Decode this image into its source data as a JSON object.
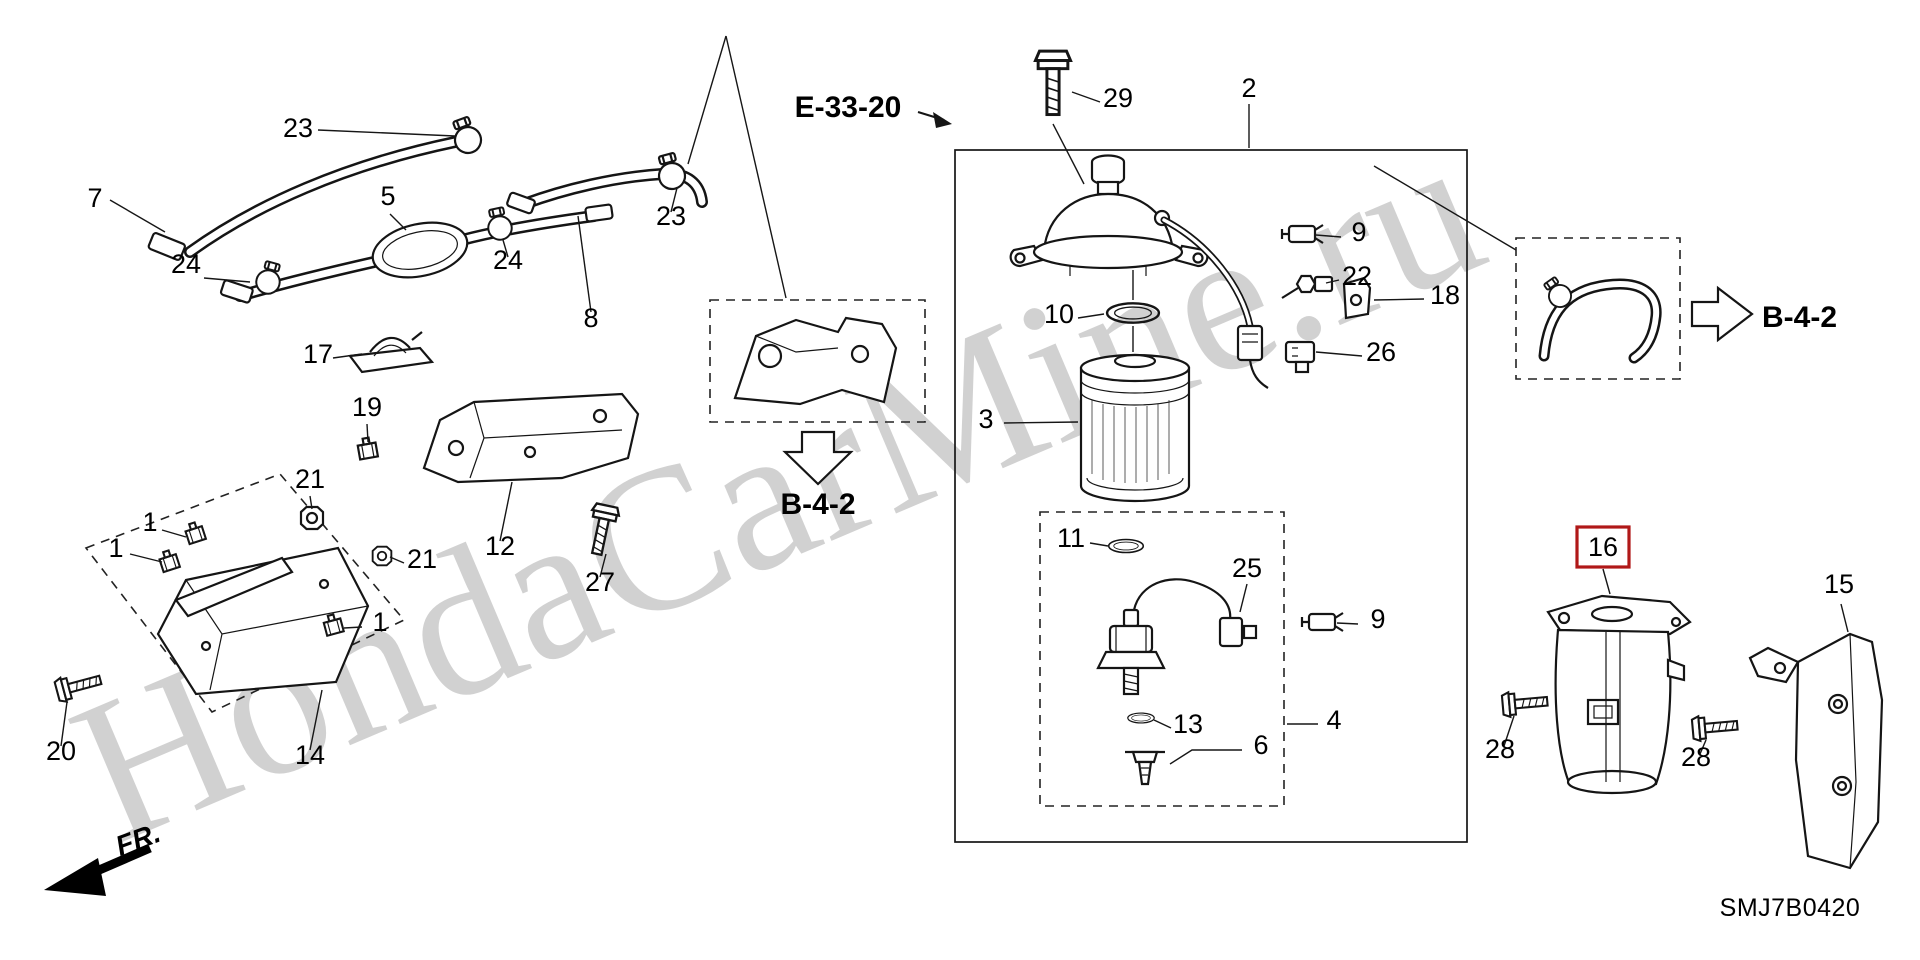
{
  "page": {
    "watermark": "HondaCarMine.ru",
    "diagram_code": "SMJ7B0420",
    "fr_label": "FR.",
    "background": "#ffffff",
    "line_color": "#151515",
    "highlight_color": "#b01818"
  },
  "refs": {
    "e33_20": "E-33-20",
    "b4_2": "B-4-2"
  },
  "highlighted_part": "16",
  "parts": {
    "1": "1",
    "2": "2",
    "3": "3",
    "4": "4",
    "5": "5",
    "6": "6",
    "7": "7",
    "8": "8",
    "9": "9",
    "10": "10",
    "11": "11",
    "12": "12",
    "13": "13",
    "14": "14",
    "15": "15",
    "16": "16",
    "17": "17",
    "18": "18",
    "19": "19",
    "20": "20",
    "21": "21",
    "22": "22",
    "23": "23",
    "24": "24",
    "25": "25",
    "26": "26",
    "27": "27",
    "28": "28",
    "29": "29"
  }
}
